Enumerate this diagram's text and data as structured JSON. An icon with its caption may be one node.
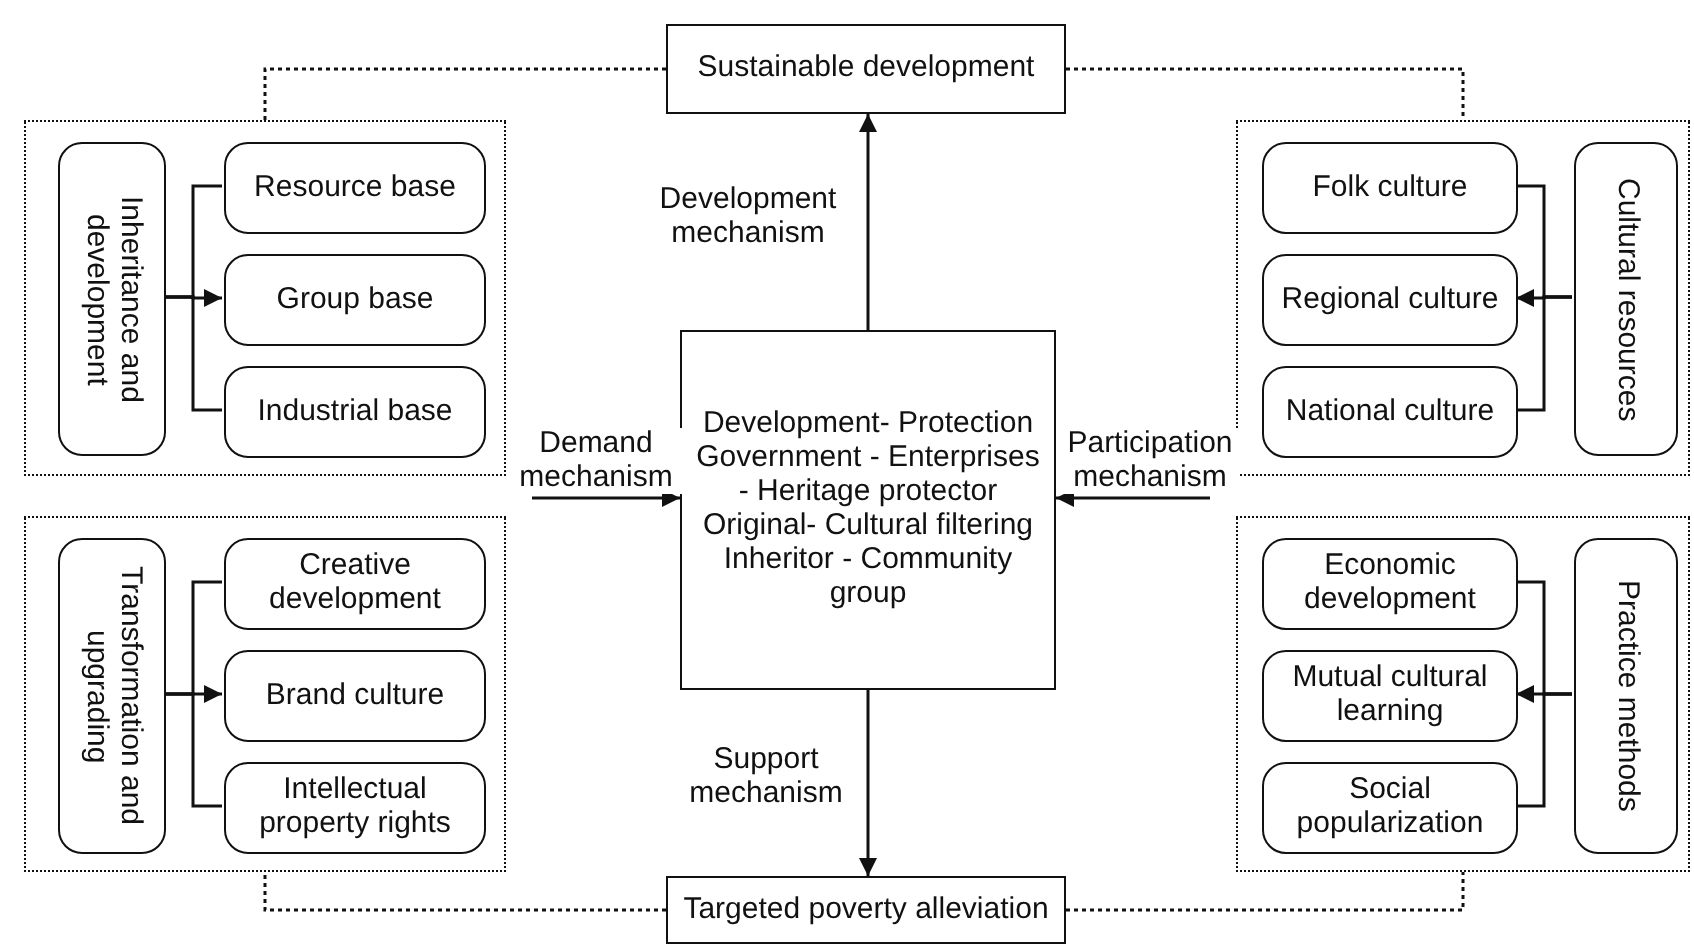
{
  "diagram": {
    "nodes": [
      {
        "text": [
          "Sustainable development"
        ]
      },
      {
        "text": [
          "Development- Protection",
          "Government - Enterprises - Heritage protector",
          "Original- Cultural filtering",
          "Inheritor - Community group"
        ]
      },
      {
        "text": [
          "Targeted poverty alleviation"
        ]
      },
      {
        "text": [],
        "shape": "box"
      },
      {
        "text": [
          "Inheritance and development"
        ],
        "in": 3
      },
      {
        "text": [
          "Resource base"
        ],
        "in": 3
      },
      {
        "text": [
          "Group base"
        ],
        "in": 3
      },
      {
        "text": [
          "Industrial base"
        ],
        "in": 3
      },
      {
        "text": [],
        "shape": "box"
      },
      {
        "text": [
          "Folk culture"
        ],
        "in": 8
      },
      {
        "text": [
          "Regional culture"
        ],
        "in": 8
      },
      {
        "text": [
          "National culture"
        ],
        "in": 8
      },
      {
        "text": [
          "Cultural resources"
        ],
        "in": 8
      },
      {
        "text": [],
        "shape": "box"
      },
      {
        "text": [
          "Transformation and upgrading"
        ],
        "in": 13
      },
      {
        "text": [
          "Creative development"
        ],
        "in": 13
      },
      {
        "text": [
          "Brand culture"
        ],
        "in": 13
      },
      {
        "text": [
          "Intellectual property rights"
        ],
        "in": 13
      },
      {
        "text": [],
        "shape": "box"
      },
      {
        "text": [
          "Economic development"
        ],
        "in": 18
      },
      {
        "text": [
          "Mutual cultural learning"
        ],
        "in": 18
      },
      {
        "text": [
          "Social popularization"
        ],
        "in": 18
      },
      {
        "text": [
          "Practice methods"
        ],
        "in": 18
      }
    ],
    "edges": [
      {
        "from": 1,
        "to": 0,
        "arrow": "to",
        "label": "Development mechanism"
      },
      {
        "from": null,
        "to": 1,
        "arrow": "to",
        "label": "Demand mechanism"
      },
      {
        "from": null,
        "to": 1,
        "arrow": "to",
        "label": "Participation mechanism"
      },
      {
        "from": 1,
        "to": 2,
        "arrow": "to",
        "label": "Support mechanism"
      },
      {
        "from": 4,
        "to": 5,
        "arrow": "none"
      },
      {
        "from": 4,
        "to": 6,
        "arrow": "to"
      },
      {
        "from": 4,
        "to": 7,
        "arrow": "none"
      },
      {
        "from": 12,
        "to": 9,
        "arrow": "none"
      },
      {
        "from": 12,
        "to": 10,
        "arrow": "to"
      },
      {
        "from": 12,
        "to": 11,
        "arrow": "none"
      },
      {
        "from": 14,
        "to": 15,
        "arrow": "none"
      },
      {
        "from": 14,
        "to": 16,
        "arrow": "to"
      },
      {
        "from": 14,
        "to": 17,
        "arrow": "none"
      },
      {
        "from": 22,
        "to": 19,
        "arrow": "none"
      },
      {
        "from": 22,
        "to": 20,
        "arrow": "to"
      },
      {
        "from": 22,
        "to": 21,
        "arrow": "none"
      },
      {
        "from": 0,
        "to": 3,
        "arrow": "none",
        "style": "dashed"
      },
      {
        "from": 0,
        "to": 8,
        "arrow": "none",
        "style": "dashed"
      },
      {
        "from": 2,
        "to": 13,
        "arrow": "none",
        "style": "dashed"
      },
      {
        "from": 2,
        "to": 18,
        "arrow": "none",
        "style": "dashed"
      }
    ]
  }
}
